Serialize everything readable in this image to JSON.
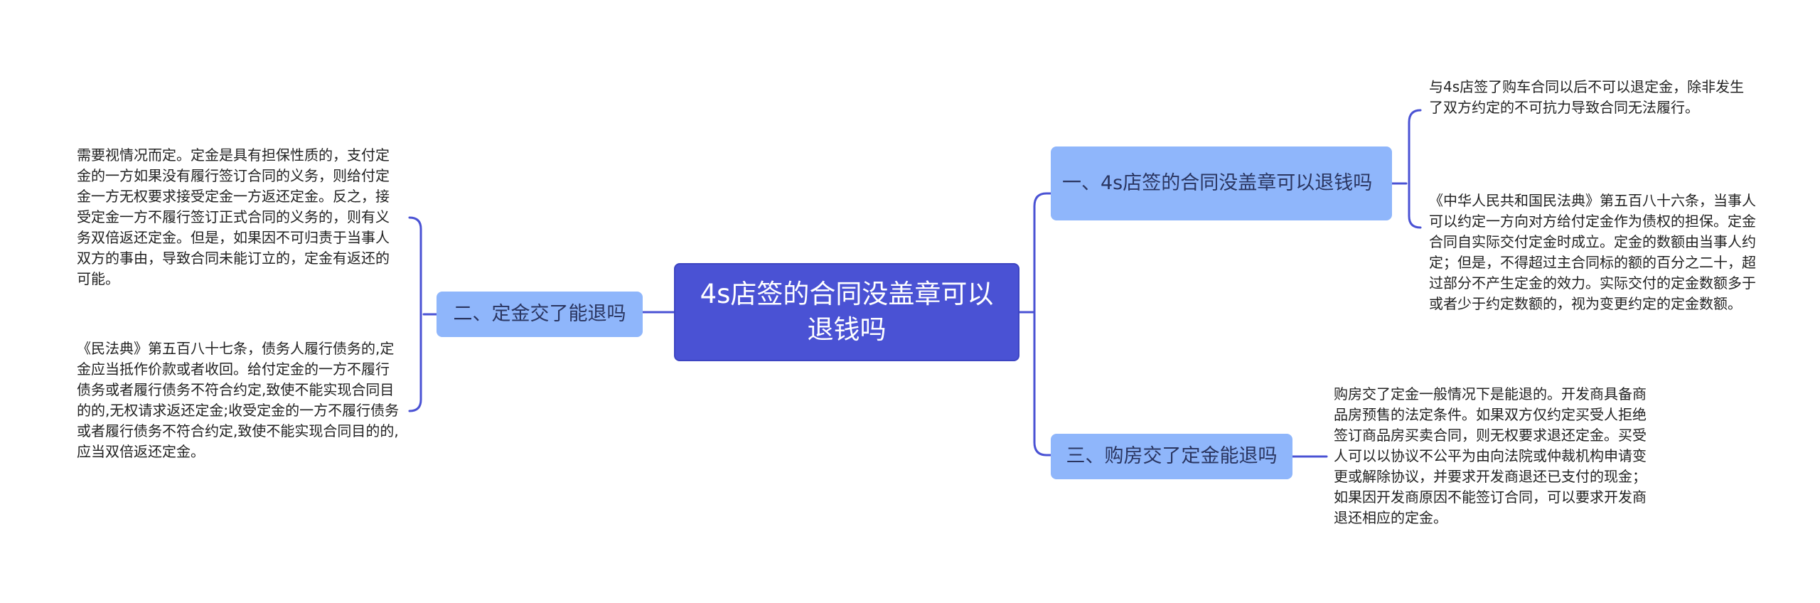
{
  "mindmap": {
    "root": {
      "label": "4s店签的合同没盖章可以退钱吗"
    },
    "branches": [
      {
        "label": "一、4s店签的合同没盖章可以退钱吗",
        "leaves": [
          "与4s店签了购车合同以后不可以退定金，除非发生了双方约定的不可抗力导致合同无法履行。",
          "《中华人民共和国民法典》第五百八十六条，当事人可以约定一方向对方给付定金作为债权的担保。定金合同自实际交付定金时成立。定金的数额由当事人约定；但是，不得超过主合同标的额的百分之二十，超过部分不产生定金的效力。实际交付的定金数额多于或者少于约定数额的，视为变更约定的定金数额。"
        ]
      },
      {
        "label": "二、定金交了能退吗",
        "leaves": [
          "需要视情况而定。定金是具有担保性质的，支付定金的一方如果没有履行签订合同的义务，则给付定金一方无权要求接受定金一方返还定金。反之，接受定金一方不履行签订正式合同的义务的，则有义务双倍返还定金。但是，如果因不可归责于当事人双方的事由，导致合同未能订立的，定金有返还的可能。",
          "《民法典》第五百八十七条，债务人履行债务的,定金应当抵作价款或者收回。给付定金的一方不履行债务或者履行债务不符合约定,致使不能实现合同目的的,无权请求返还定金;收受定金的一方不履行债务或者履行债务不符合约定,致使不能实现合同目的的,应当双倍返还定金。"
        ]
      },
      {
        "label": "三、购房交了定金能退吗",
        "leaves": [
          "购房交了定金一般情况下是能退的。开发商具备商品房预售的法定条件。如果双方仅约定买受人拒绝签订商品房买卖合同，则无权要求退还定金。买受人可以以协议不公平为由向法院或仲裁机构申请变更或解除协议，并要求开发商退还已支付的现金；如果因开发商原因不能签订合同，可以要求开发商退还相应的定金。"
        ]
      }
    ],
    "colors": {
      "root_fill": "#4a52d4",
      "branch_fill": "#8fb6fb",
      "edge": "#4a52d4"
    }
  }
}
